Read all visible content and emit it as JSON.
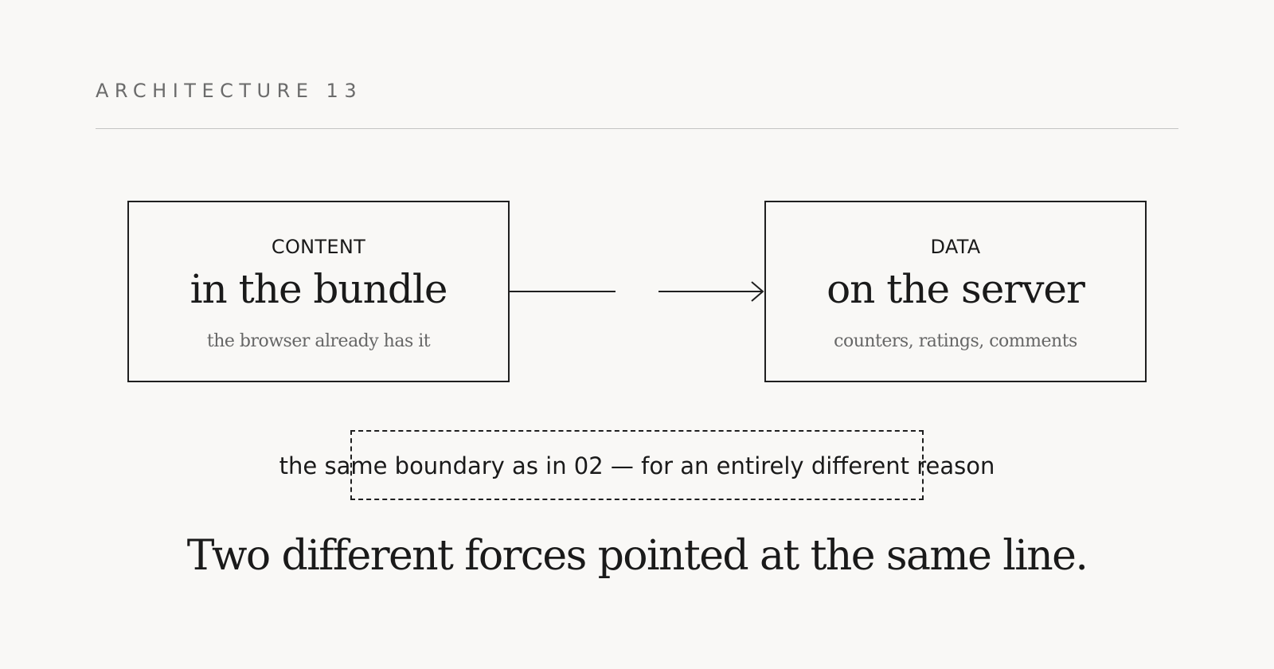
{
  "header": {
    "eyebrow": "ARCHITECTURE 13"
  },
  "diagram": {
    "left_box": {
      "label": "CONTENT",
      "title": "in the bundle",
      "subtitle": "the browser already has it"
    },
    "right_box": {
      "label": "DATA",
      "title": "on the server",
      "subtitle": "counters, ratings, comments"
    },
    "boundary_caption": "the same boundary as in 02 — for an entirely different reason"
  },
  "headline": "Two different forces pointed at the same line.",
  "colors": {
    "background": "#f9f8f6",
    "ink": "#1a1a1a",
    "muted": "#6b6b6b",
    "rule": "#c4c4c4"
  }
}
